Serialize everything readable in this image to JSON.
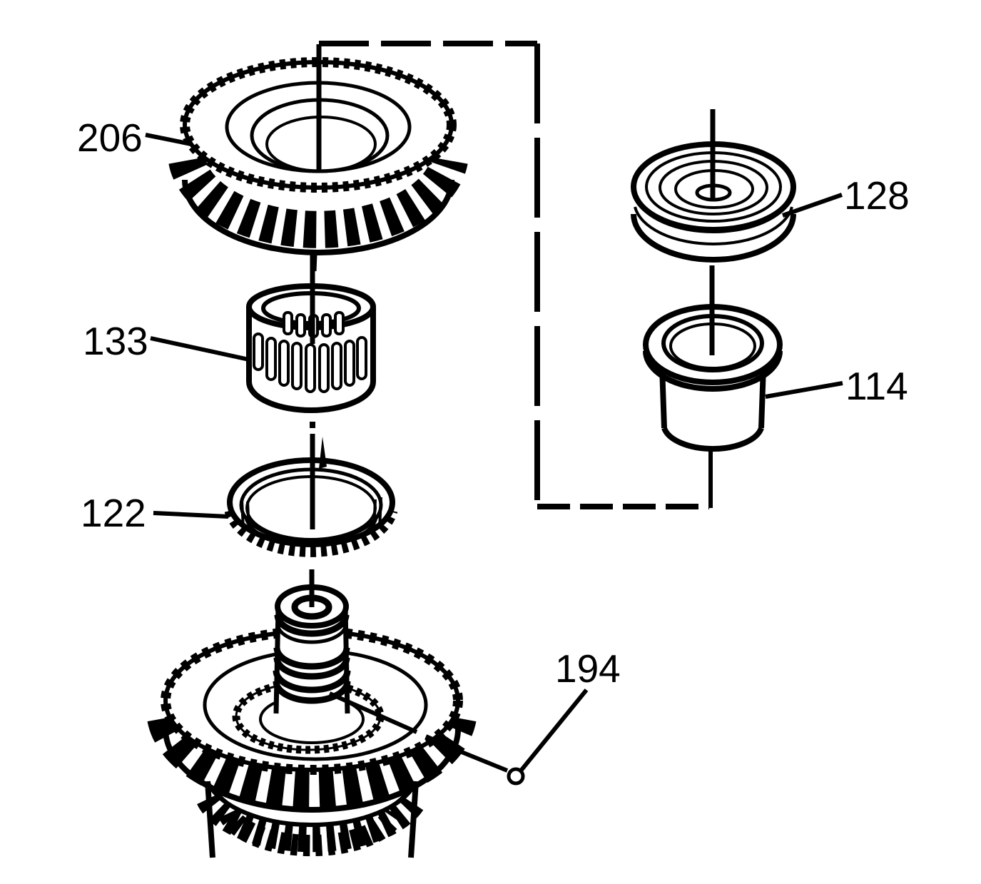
{
  "figure": {
    "kind": "exploded-parts-diagram",
    "background_color": "#ffffff",
    "line_color": "#000000"
  },
  "callouts": [
    {
      "id": "206",
      "part": "helical-gear"
    },
    {
      "id": "133",
      "part": "needle-bearing-cage"
    },
    {
      "id": "122",
      "part": "synchronizer-blocker-ring"
    },
    {
      "id": "194",
      "part": "gear-shaft-assembly"
    },
    {
      "id": "128",
      "part": "thrust-bearing"
    },
    {
      "id": "114",
      "part": "flanged-bushing"
    }
  ]
}
